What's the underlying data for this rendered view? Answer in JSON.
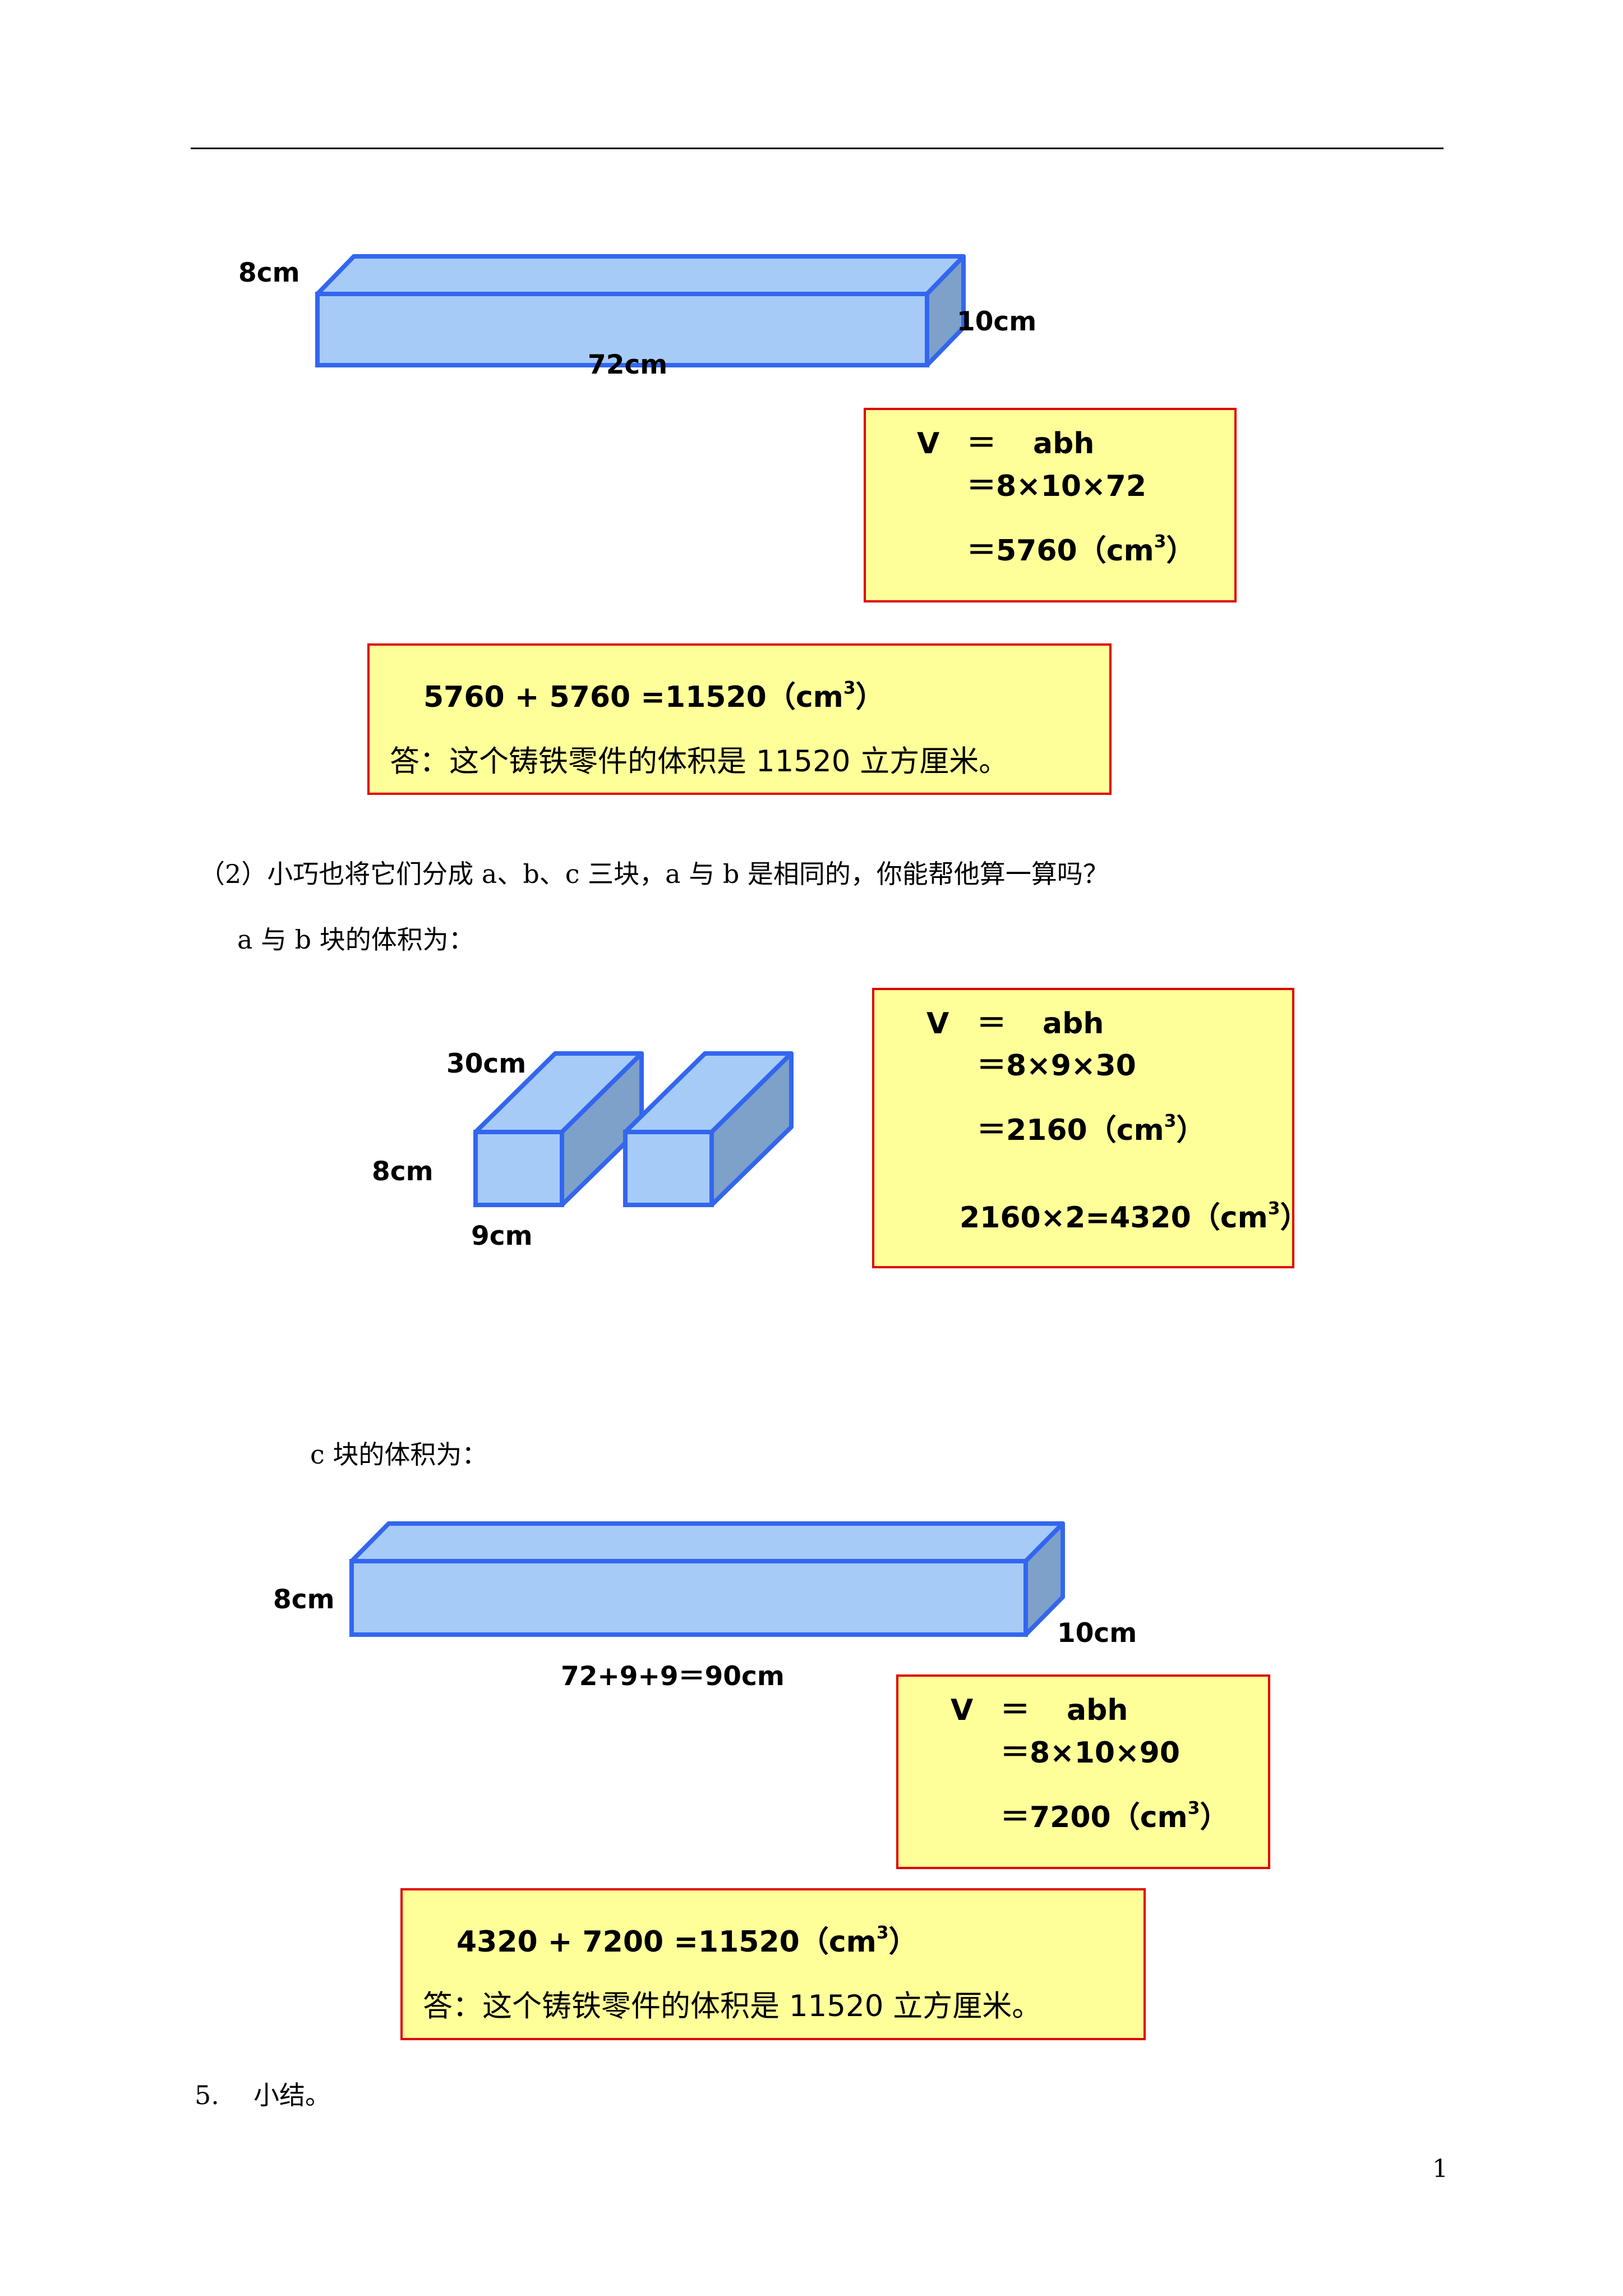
{
  "figure1": {
    "label_height": "8cm",
    "label_width": "10cm",
    "label_length": "72cm",
    "formula": {
      "line1_v": "V",
      "line1_eq": "＝",
      "line1_rhs": "abh",
      "line2": "＝8×10×72",
      "line3": "＝5760（cm",
      "line3_sup": "3",
      "line3_end": "）"
    },
    "answer": {
      "calc": "5760 + 5760 =11520（cm",
      "calc_sup": "3",
      "calc_end": "）",
      "text": "答：这个铸铁零件的体积是 11520 立方厘米。"
    }
  },
  "question2": "（2）小巧也将它们分成 a、b、c 三块，a 与 b 是相同的，你能帮他算一算吗？",
  "ab_heading": "a 与 b 块的体积为：",
  "figure2": {
    "label_length": "30cm",
    "label_height": "8cm",
    "label_width": "9cm",
    "formula": {
      "line1_v": "V",
      "line1_eq": "＝",
      "line1_rhs": "abh",
      "line2": "＝8×9×30",
      "line3": "＝2160（cm",
      "line3_sup": "3",
      "line3_end": "）",
      "line4": "2160×2=4320（cm",
      "line4_sup": "3",
      "line4_end": "）"
    }
  },
  "c_heading": "c 块的体积为：",
  "figure3": {
    "label_height": "8cm",
    "label_width": "10cm",
    "label_length": "72+9+9＝90cm",
    "formula": {
      "line1_v": "V",
      "line1_eq": "＝",
      "line1_rhs": "abh",
      "line2": "＝8×10×90",
      "line3": "＝7200（cm",
      "line3_sup": "3",
      "line3_end": "）"
    },
    "answer": {
      "calc": "4320 + 7200 =11520（cm",
      "calc_sup": "3",
      "calc_end": "）",
      "text": "答：这个铸铁零件的体积是 11520 立方厘米。"
    }
  },
  "summary": {
    "number": "5.",
    "text": "小结。"
  },
  "page_number": "1",
  "colors": {
    "prism_front": "#a6cbf7",
    "prism_top": "#a6cbf7",
    "prism_side": "#7ea1c9",
    "prism_stroke": "#3366ee",
    "box_fill": "#ffff99",
    "box_border": "#e00000"
  }
}
